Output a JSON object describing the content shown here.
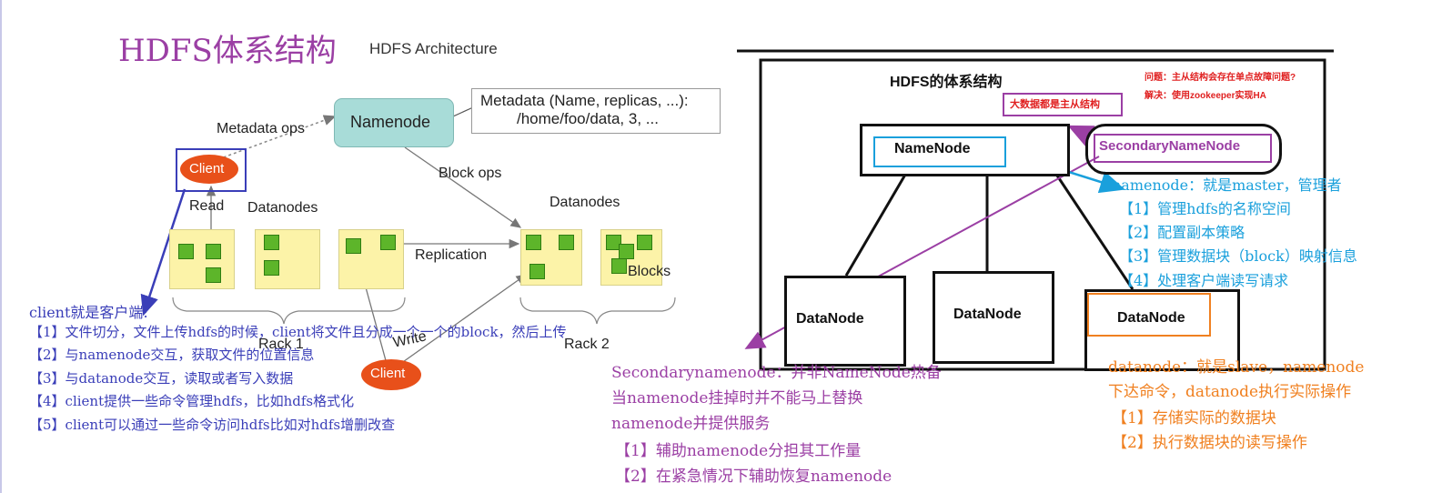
{
  "left_panel": {
    "title": "HDFS体系结构",
    "arch_title": "HDFS Architecture",
    "namenode": "Namenode",
    "metadata_line1": "Metadata (Name, replicas, ...):",
    "metadata_line2": "/home/foo/data, 3, ...",
    "metadata_ops": "Metadata ops",
    "block_ops": "Block ops",
    "client_top": "Client",
    "client_bottom": "Client",
    "read": "Read",
    "write": "Write",
    "datanodes_left": "Datanodes",
    "datanodes_right": "Datanodes",
    "replication": "Replication",
    "blocks": "Blocks",
    "rack1": "Rack 1",
    "rack2": "Rack 2"
  },
  "client_notes": {
    "heading": "client就是客户端:",
    "items": [
      "【1】文件切分，文件上传hdfs的时候，client将文件且分成一个一个的block，然后上传",
      "【2】与namenode交互，获取文件的位置信息",
      "【3】与datanode交互，读取或者写入数据",
      "【4】client提供一些命令管理hdfs，比如hdfs格式化",
      "【5】client可以通过一些命令访问hdfs比如对hdfs增删改查"
    ]
  },
  "right_panel": {
    "title": "HDFS的体系结构",
    "question": "问题：主从结构会存在单点故障问题?",
    "solution": "解决：使用zookeeper实现HA",
    "tag": "大数据都是主从结构",
    "namenode": "NameNode",
    "secondary": "SecondaryNameNode",
    "datanodes": [
      "DataNode",
      "DataNode",
      "DataNode"
    ]
  },
  "namenode_notes": {
    "heading": "namenode：就是master，管理者",
    "items": [
      "【1】管理hdfs的名称空间",
      "【2】配置副本策略",
      "【3】管理数据块（block）映射信息",
      "【4】处理客户端读写请求"
    ]
  },
  "secondary_notes": {
    "lines": [
      "Secondarynamenode：并非NameNode热备",
      "当namenode挂掉时并不能马上替换",
      "namenode并提供服务"
    ],
    "items": [
      "【1】辅助namenode分担其工作量",
      "【2】在紧急情况下辅助恢复namenode"
    ]
  },
  "datanode_notes": {
    "lines": [
      "datanode：就是slave，namenode",
      "下达命令，datanode执行实际操作"
    ],
    "items": [
      "【1】存储实际的数据块",
      "【2】执行数据块的读写操作"
    ]
  },
  "colors": {
    "purple": "#9b3fa4",
    "blue": "#3a3eb8",
    "cyan": "#1aa0dc",
    "orange": "#f08020",
    "red": "#e02020",
    "namenode_fill": "#a8dcd8",
    "client_fill": "#e8501a",
    "rack_fill": "#fcf3a8",
    "block_fill": "#5db52a"
  }
}
